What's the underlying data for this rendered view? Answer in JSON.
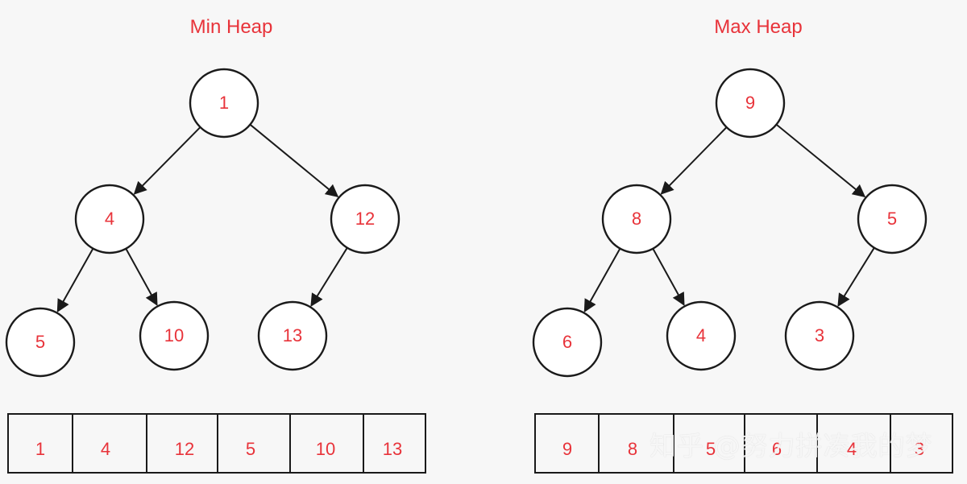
{
  "min_heap": {
    "title": "Min Heap",
    "tree_nodes": [
      "1",
      "4",
      "12",
      "5",
      "10",
      "13"
    ],
    "array": [
      "1",
      "4",
      "12",
      "5",
      "10",
      "13"
    ]
  },
  "max_heap": {
    "title": "Max Heap",
    "tree_nodes": [
      "9",
      "8",
      "5",
      "6",
      "4",
      "3"
    ],
    "array": [
      "9",
      "8",
      "5",
      "6",
      "4",
      "3"
    ]
  },
  "watermark": "知乎 @努力拼凑我的梦",
  "colors": {
    "text_accent": "#e8333a",
    "stroke": "#1a1a1a",
    "background": "#f7f7f7"
  }
}
